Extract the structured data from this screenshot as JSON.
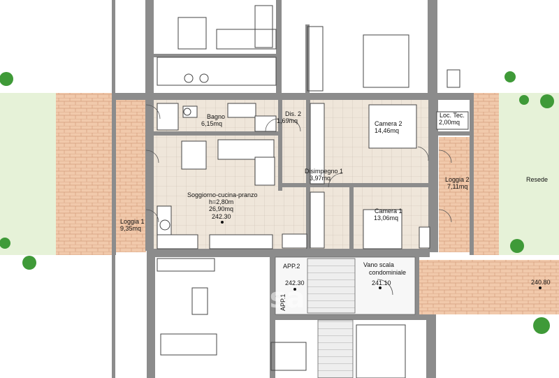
{
  "colors": {
    "wall": "#8c8c8c",
    "floor_tile": "#efe6da",
    "terrace": "#f1c9ab",
    "lawn": "#e6f2d8",
    "plant": "#3f9a38",
    "stair": "#e4e4e4"
  },
  "rooms": {
    "bagno": {
      "name": "Bagno",
      "area": "6,15mq"
    },
    "dis2": {
      "name": "Dis. 2",
      "area": "1,69mq"
    },
    "camera2": {
      "name": "Camera 2",
      "area": "14,46mq"
    },
    "loc_tec": {
      "name": "Loc. Tec.",
      "area": "2,00mq"
    },
    "disimpegno1": {
      "name": "Disimpegno 1",
      "area": "3,97mq"
    },
    "loggia2": {
      "name": "Loggia 2",
      "area": "7,11mq"
    },
    "soggiorno": {
      "name": "Soggiorno-cucina-pranzo",
      "height": "h=2,80m",
      "area": "26,90mq",
      "elevation": "242.30"
    },
    "camera1": {
      "name": "Camera 1",
      "area": "13,06mq"
    },
    "loggia1": {
      "name": "Loggia 1",
      "area": "9,35mq"
    },
    "resede": {
      "name": "Resede"
    },
    "app2": {
      "name": "APP.2",
      "elevation": "242.30"
    },
    "app1": {
      "name": "APP.1"
    },
    "vano_scala": {
      "name_line1": "Vano scala",
      "name_line2": "condominiale",
      "elevation": "241.10"
    },
    "terrace_right": {
      "elevation": "240.80"
    }
  },
  "watermark": {
    "text": "casa"
  }
}
